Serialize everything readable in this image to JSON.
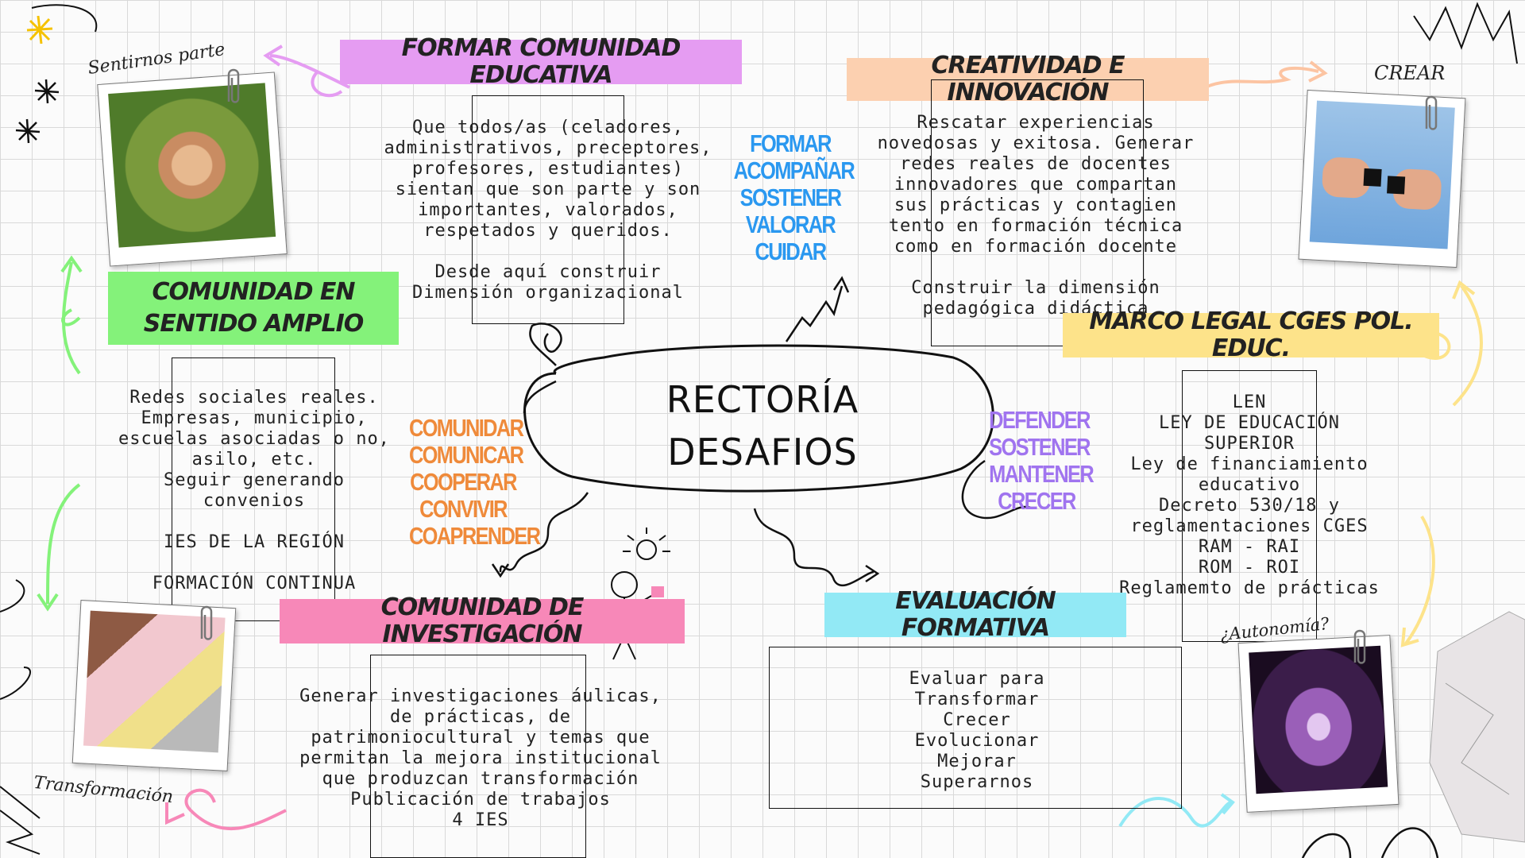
{
  "center": {
    "line1": "RECTORÍA",
    "line2": "DESAFIOS"
  },
  "headings": {
    "formar": "FORMAR COMUNIDAD EDUCATIVA",
    "creatividad": "CREATIVIDAD E INNOVACIÓN",
    "comunidad_amplio": "COMUNIDAD EN SENTIDO AMPLIO",
    "marco_legal": "MARCO LEGAL CGES POL. EDUC.",
    "investigacion": "COMUNIDAD DE INVESTIGACIÓN",
    "evaluacion": "EVALUACIÓN FORMATIVA"
  },
  "texts": {
    "formar": "Que todos/as (celadores,\nadministrativos, preceptores,\nprofesores, estudiantes)\nsientan que son parte y son\nimportantes, valorados,\nrespetados y queridos.\n\nDesde aquí construir\nDimensión organizacional",
    "creatividad": "Rescatar experiencias\nnovedosas y exitosa. Generar\nredes reales de docentes\ninnovadores que compartan\nsus prácticas y contagien\ntento en formación técnica\ncomo en formación docente\n\nConstruir la dimensión\npedagógica didáctica",
    "comunidad_amplio": "Redes sociales reales.\nEmpresas, municipio,\nescuelas asociadas o no,\nasilo, etc.\nSeguir generando\nconvenios\n\nIES DE LA REGIÓN\n\nFORMACIÓN CONTINUA",
    "marco_legal": "LEN\nLEY DE EDUCACIÓN\nSUPERIOR\nLey de financiamiento\neducativo\nDecreto 530/18 y\nreglamentaciones CGES\nRAM - RAI\nROM - ROI\nReglamemto de prácticas",
    "investigacion": "Generar investigaciones áulicas,\nde prácticas, de\npatrimoniocultural y temas que\npermitan la mejora institucional\nque produzcan transformación\nPublicación de trabajos\n4 IES",
    "evaluacion": "Evaluar para\nTransformar\nCrecer\nEvolucionar\nMejorar\nSuperarnos"
  },
  "verbs": {
    "blue": [
      "FORMAR",
      "ACOMPAÑAR",
      "SOSTENER",
      "VALORAR",
      "CUIDAR"
    ],
    "orange": [
      "COMUNIDAR",
      "COMUNICAR",
      "COOPERAR",
      "CONVIVIR",
      "COAPRENDER"
    ],
    "purple": [
      "DEFENDER",
      "SOSTENER",
      "MANTENER",
      "CRECER"
    ]
  },
  "captions": {
    "sentirnos": "Sentirnos parte",
    "crear": "CREAR",
    "transformacion": "Transformación",
    "autonomia": "¿Autonomía?"
  },
  "colors": {
    "purple_hl": "#e59cf2",
    "orange_hl": "#fcd0b0",
    "green_hl": "#84f27a",
    "yellow_hl": "#fde38a",
    "pink_hl": "#f788b8",
    "cyan_hl": "#92e9f5",
    "verb_blue": "#2a98f0",
    "verb_orange": "#ef8a3a",
    "verb_purple": "#a074ef"
  }
}
